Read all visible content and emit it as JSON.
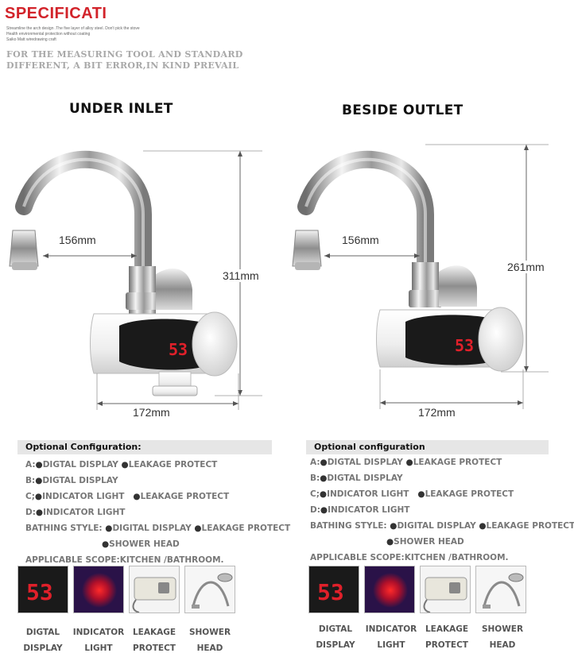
{
  "header": {
    "title": "SPECIFICATI",
    "tagline": [
      "Streamline the arch design .The five layer of alloy steel. Don't pick the stove",
      "Health environmental protection without coating",
      "Saiko Matt wiredrawing craft"
    ],
    "disclaimer": [
      "FOR THE MEASURING TOOL AND STANDARD",
      "DIFFERENT, A BIT ERROR,IN KIND PREVAIL"
    ]
  },
  "variants": [
    {
      "title": "UNDER INLET",
      "dims": {
        "reach": "156mm",
        "height": "311mm",
        "width": "172mm"
      },
      "config_title": "Optional Configuration:",
      "display": "53"
    },
    {
      "title": "BESIDE OUTLET",
      "dims": {
        "reach": "156mm",
        "height": "261mm",
        "width": "172mm"
      },
      "config_title": "Optional configuration",
      "display": "53"
    }
  ],
  "options": {
    "a_prefix": "A:",
    "a_items": [
      "DIGTAL DISPLAY",
      "LEAKAGE PROTECT"
    ],
    "b_prefix": "B:",
    "b_items": [
      "DIGTAL DISPLAY"
    ],
    "c_prefix": "C;",
    "c_items": [
      "INDICATOR LIGHT",
      "LEAKAGE PROTECT"
    ],
    "d_prefix": "D:",
    "d_items": [
      "INDICATOR LIGHT"
    ],
    "bath_prefix": "BATHING STYLE: ",
    "bath_items": [
      "DIGITAL DISPLAY",
      "LEAKAGE PROTECT",
      "SHOWER HEAD"
    ],
    "scope": "APPLICABLE SCOPE:KITCHEN /BATHROOM.",
    "bullet": "●"
  },
  "thumbnails": [
    {
      "line1": "DIGTAL",
      "line2": "DISPLAY",
      "icon": "digital-display-icon"
    },
    {
      "line1": "INDICATOR",
      "line2": "LIGHT",
      "icon": "indicator-light-icon"
    },
    {
      "line1": "LEAKAGE",
      "line2": "PROTECT",
      "icon": "leakage-protect-icon"
    },
    {
      "line1": "SHOWER",
      "line2": "HEAD",
      "icon": "shower-head-icon"
    }
  ],
  "colors": {
    "title_red": "#d2232a",
    "led_red": "#e0202a",
    "header_gray": "#e6e6e6"
  }
}
